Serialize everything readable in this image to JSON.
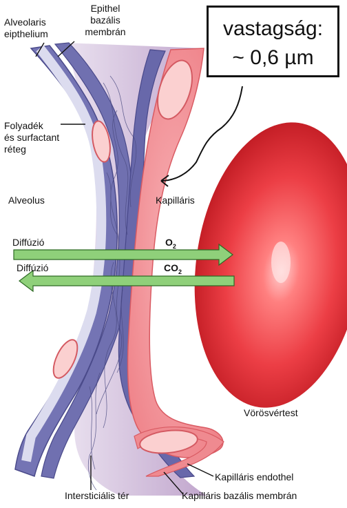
{
  "thickness_box": {
    "line1": "vastagság:",
    "line2": "~ 0,6 µm"
  },
  "labels": {
    "alveolar_epithelium": "Alveolaris\neipthelium",
    "epithelial_membrane": "Epithel\nbazális\nmembrán",
    "fluid_layer": "Folyadék\nés surfactant\nréteg",
    "alveolus": "Alveolus",
    "capillary": "Kapilláris",
    "diffusion_o2": "Diffúzió",
    "diffusion_co2": "Diffúzió",
    "o2_base": "O",
    "o2_sub": "2",
    "co2_base": "CO",
    "co2_sub": "2",
    "red_blood_cell": "Vörösvértest",
    "capillary_endothelium": "Kapilláris endothel",
    "interstitial_space": "Intersticiális tér",
    "capillary_membrane": "Kapilláris bazális membrán"
  },
  "colors": {
    "membrane_dark": "#6f6fb0",
    "membrane_light": "#d9d9ee",
    "interstitium": "#cdb7d6",
    "capillary_wall": "#f07f86",
    "capillary_wall_edge": "#e05a63",
    "nucleus": "#f9c8c8",
    "arrow_fill": "#8fd07a",
    "arrow_stroke": "#2e6a24",
    "rbc_center": "#ff9a9a",
    "rbc_edge": "#c8141c"
  }
}
